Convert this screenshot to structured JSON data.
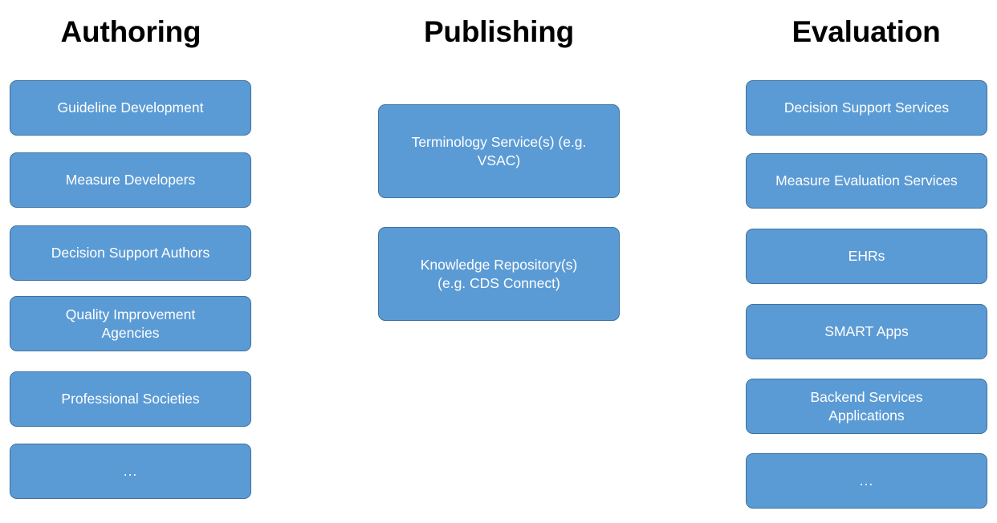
{
  "diagram": {
    "type": "three-column-grouping",
    "background_color": "#FFFFFF",
    "node_fill_color": "#5B9BD5",
    "node_border_color": "#41719C",
    "node_text_color": "#FFFFFF",
    "title_text_color": "#000000",
    "columns": [
      {
        "id": "authoring",
        "title": "Authoring",
        "nodes": [
          {
            "label": "Guideline Development"
          },
          {
            "label": "Measure Developers"
          },
          {
            "label": "Decision Support Authors"
          },
          {
            "label": "Quality Improvement\nAgencies"
          },
          {
            "label": "Professional Societies"
          },
          {
            "label": "..."
          }
        ]
      },
      {
        "id": "publishing",
        "title": "Publishing",
        "nodes": [
          {
            "label": "Terminology Service(s) (e.g.\nVSAC)"
          },
          {
            "label": "Knowledge Repository(s)\n(e.g. CDS Connect)"
          }
        ]
      },
      {
        "id": "evaluation",
        "title": "Evaluation",
        "nodes": [
          {
            "label": "Decision Support Services"
          },
          {
            "label": "Measure Evaluation Services"
          },
          {
            "label": "EHRs"
          },
          {
            "label": "SMART Apps"
          },
          {
            "label": "Backend Services\nApplications"
          },
          {
            "label": "..."
          }
        ]
      }
    ]
  }
}
